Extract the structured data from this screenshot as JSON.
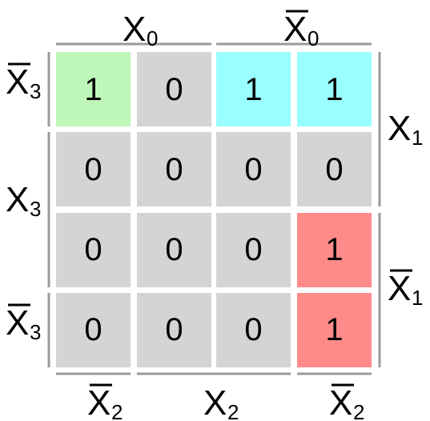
{
  "map": {
    "rows": [
      [
        "1",
        "0",
        "1",
        "1"
      ],
      [
        "0",
        "0",
        "0",
        "0"
      ],
      [
        "0",
        "0",
        "0",
        "1"
      ],
      [
        "0",
        "0",
        "0",
        "1"
      ]
    ],
    "cell_colors": [
      [
        "#bff7b8",
        "#d4d4d4",
        "#99feff",
        "#99feff"
      ],
      [
        "#d4d4d4",
        "#d4d4d4",
        "#d4d4d4",
        "#d4d4d4"
      ],
      [
        "#d4d4d4",
        "#d4d4d4",
        "#d4d4d4",
        "#ff8a8a"
      ],
      [
        "#d4d4d4",
        "#d4d4d4",
        "#d4d4d4",
        "#ff8a8a"
      ]
    ]
  },
  "labels": {
    "top": [
      {
        "var": "X",
        "sub": "0",
        "bar": false
      },
      {
        "var": "X",
        "sub": "0",
        "bar": true
      }
    ],
    "bottom": [
      {
        "var": "X",
        "sub": "2",
        "bar": true
      },
      {
        "var": "X",
        "sub": "2",
        "bar": false
      },
      {
        "var": "X",
        "sub": "2",
        "bar": true
      }
    ],
    "left": [
      {
        "var": "X",
        "sub": "3",
        "bar": true
      },
      {
        "var": "X",
        "sub": "3",
        "bar": false
      },
      {
        "var": "X",
        "sub": "3",
        "bar": true
      }
    ],
    "right": [
      {
        "var": "X",
        "sub": "1",
        "bar": false
      },
      {
        "var": "X",
        "sub": "1",
        "bar": true
      }
    ]
  }
}
